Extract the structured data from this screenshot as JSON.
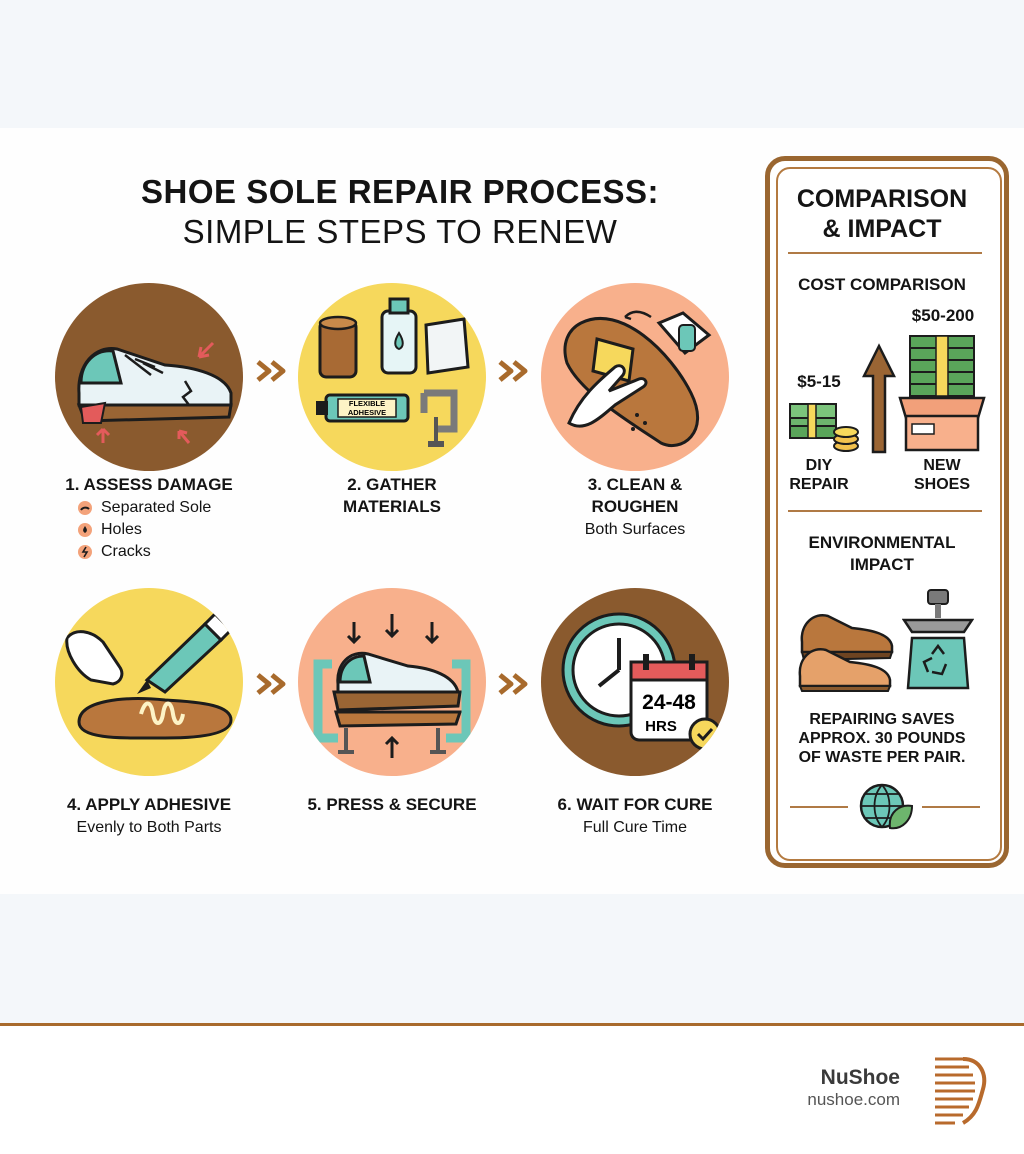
{
  "title": {
    "line1": "SHOE SOLE REPAIR PROCESS:",
    "line2": "SIMPLE STEPS TO RENEW"
  },
  "steps": [
    {
      "label_lines": [
        "1. ASSESS DAMAGE"
      ],
      "bullets": [
        {
          "icon": "sole-icon",
          "text": "Separated Sole"
        },
        {
          "icon": "drop-icon",
          "text": "Holes"
        },
        {
          "icon": "crack-icon",
          "text": "Cracks"
        }
      ]
    },
    {
      "label_lines": [
        "2. GATHER",
        "MATERIALS"
      ],
      "illustration_text": [
        "FLEXIBLE",
        "ADHESIVE"
      ]
    },
    {
      "label_lines": [
        "3. CLEAN &",
        "ROUGHEN"
      ],
      "sub": "Both Surfaces"
    },
    {
      "label_lines": [
        "4. APPLY ADHESIVE"
      ],
      "sub": "Evenly to Both Parts"
    },
    {
      "label_lines": [
        "5. PRESS & SECURE"
      ]
    },
    {
      "label_lines": [
        "6. WAIT FOR CURE"
      ],
      "sub": "Full Cure Time",
      "calendar_text": [
        "24-48",
        "HRS"
      ]
    }
  ],
  "panel": {
    "title_lines": [
      "COMPARISON",
      "& IMPACT"
    ],
    "cost_heading": "COST COMPARISON",
    "diy_price": "$5-15",
    "new_price": "$50-200",
    "diy_label_lines": [
      "DIY",
      "REPAIR"
    ],
    "new_label_lines": [
      "NEW",
      "SHOES"
    ],
    "env_heading_lines": [
      "ENVIRONMENTAL",
      "IMPACT"
    ],
    "env_text_lines": [
      "REPAIRING SAVES",
      "APPROX. 30 POUNDS",
      "OF WASTE PER PAIR."
    ]
  },
  "brand": {
    "name": "NuShoe",
    "url": "nushoe.com"
  },
  "colors": {
    "brown": "#8a5a2e",
    "yellow": "#f6d85c",
    "peach": "#f8b08c",
    "teal": "#6cc7b8",
    "frame": "#9a6630"
  }
}
